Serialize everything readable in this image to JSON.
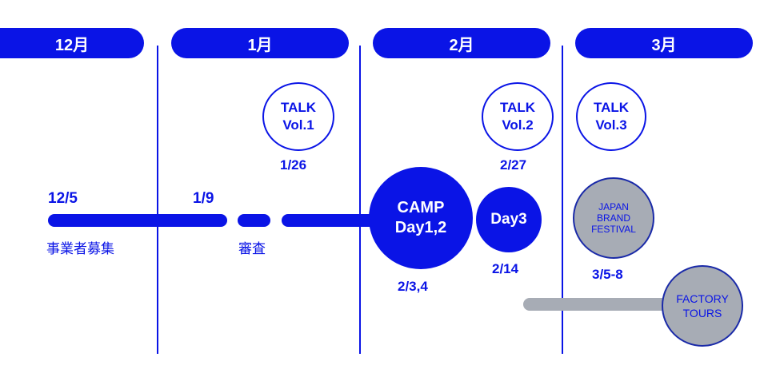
{
  "months": [
    "12月",
    "1月",
    "2月",
    "3月"
  ],
  "talks": [
    {
      "line1": "TALK",
      "line2": "Vol.1",
      "date": "1/26"
    },
    {
      "line1": "TALK",
      "line2": "Vol.2",
      "date": "2/27"
    },
    {
      "line1": "TALK",
      "line2": "Vol.3"
    }
  ],
  "recruitment": {
    "start_date": "12/5",
    "end_date": "1/9",
    "label": "事業者募集"
  },
  "review": {
    "label": "審査"
  },
  "camp": {
    "line1": "CAMP",
    "line2": "Day1,2",
    "date": "2/3,4"
  },
  "day3": {
    "label": "Day3",
    "date": "2/14"
  },
  "festival": {
    "line1": "JAPAN",
    "line2": "BRAND",
    "line3": "FESTIVAL",
    "date": "3/5-8"
  },
  "factory_tours": {
    "line1": "FACTORY",
    "line2": "TOURS"
  },
  "colors": {
    "primary": "#0a14e6",
    "grey": "#a7acb5",
    "white": "#ffffff"
  }
}
